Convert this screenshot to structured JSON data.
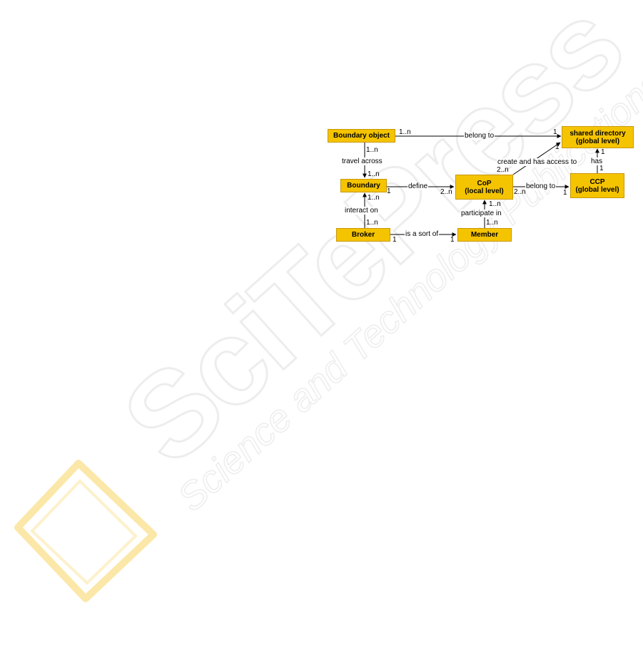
{
  "colors": {
    "box_fill": "#f5c400",
    "box_border": "#c89600",
    "line": "#000000",
    "watermark": "#ececec",
    "watermark_accent": "#fbe7a8"
  },
  "watermark": {
    "logo": "SciTePress",
    "tagline": "Science and Technology Publications"
  },
  "nodes": {
    "boundary_object": "Boundary object",
    "shared_directory": "shared directory\n(global level)",
    "boundary": "Boundary",
    "cop": "CoP\n(local level)",
    "ccp": "CCP\n(global level)",
    "broker": "Broker",
    "member": "Member"
  },
  "relations": {
    "bo_sd": {
      "label": "belong to",
      "from_mult": "1..n",
      "to_mult": "1"
    },
    "bo_boundary": {
      "label": "travel across",
      "from_mult": "1..n",
      "to_mult": "1..n"
    },
    "boundary_cop": {
      "label": "define",
      "from_mult": "1",
      "to_mult": "2..n"
    },
    "cop_sd": {
      "label": "create and has access to",
      "from_mult": "2..n",
      "to_mult": "1"
    },
    "cop_ccp": {
      "label": "belong to",
      "from_mult": "2..n",
      "to_mult": "1"
    },
    "ccp_sd": {
      "label": "has",
      "from_mult": "1",
      "to_mult": "1"
    },
    "broker_boundary": {
      "label": "interact on",
      "from_mult": "1..n",
      "to_mult": "1..n"
    },
    "member_cop": {
      "label": "participate in",
      "from_mult": "1..n",
      "to_mult": "1..n"
    },
    "broker_member": {
      "label": "is a sort of",
      "from_mult": "1",
      "to_mult": "1"
    }
  }
}
